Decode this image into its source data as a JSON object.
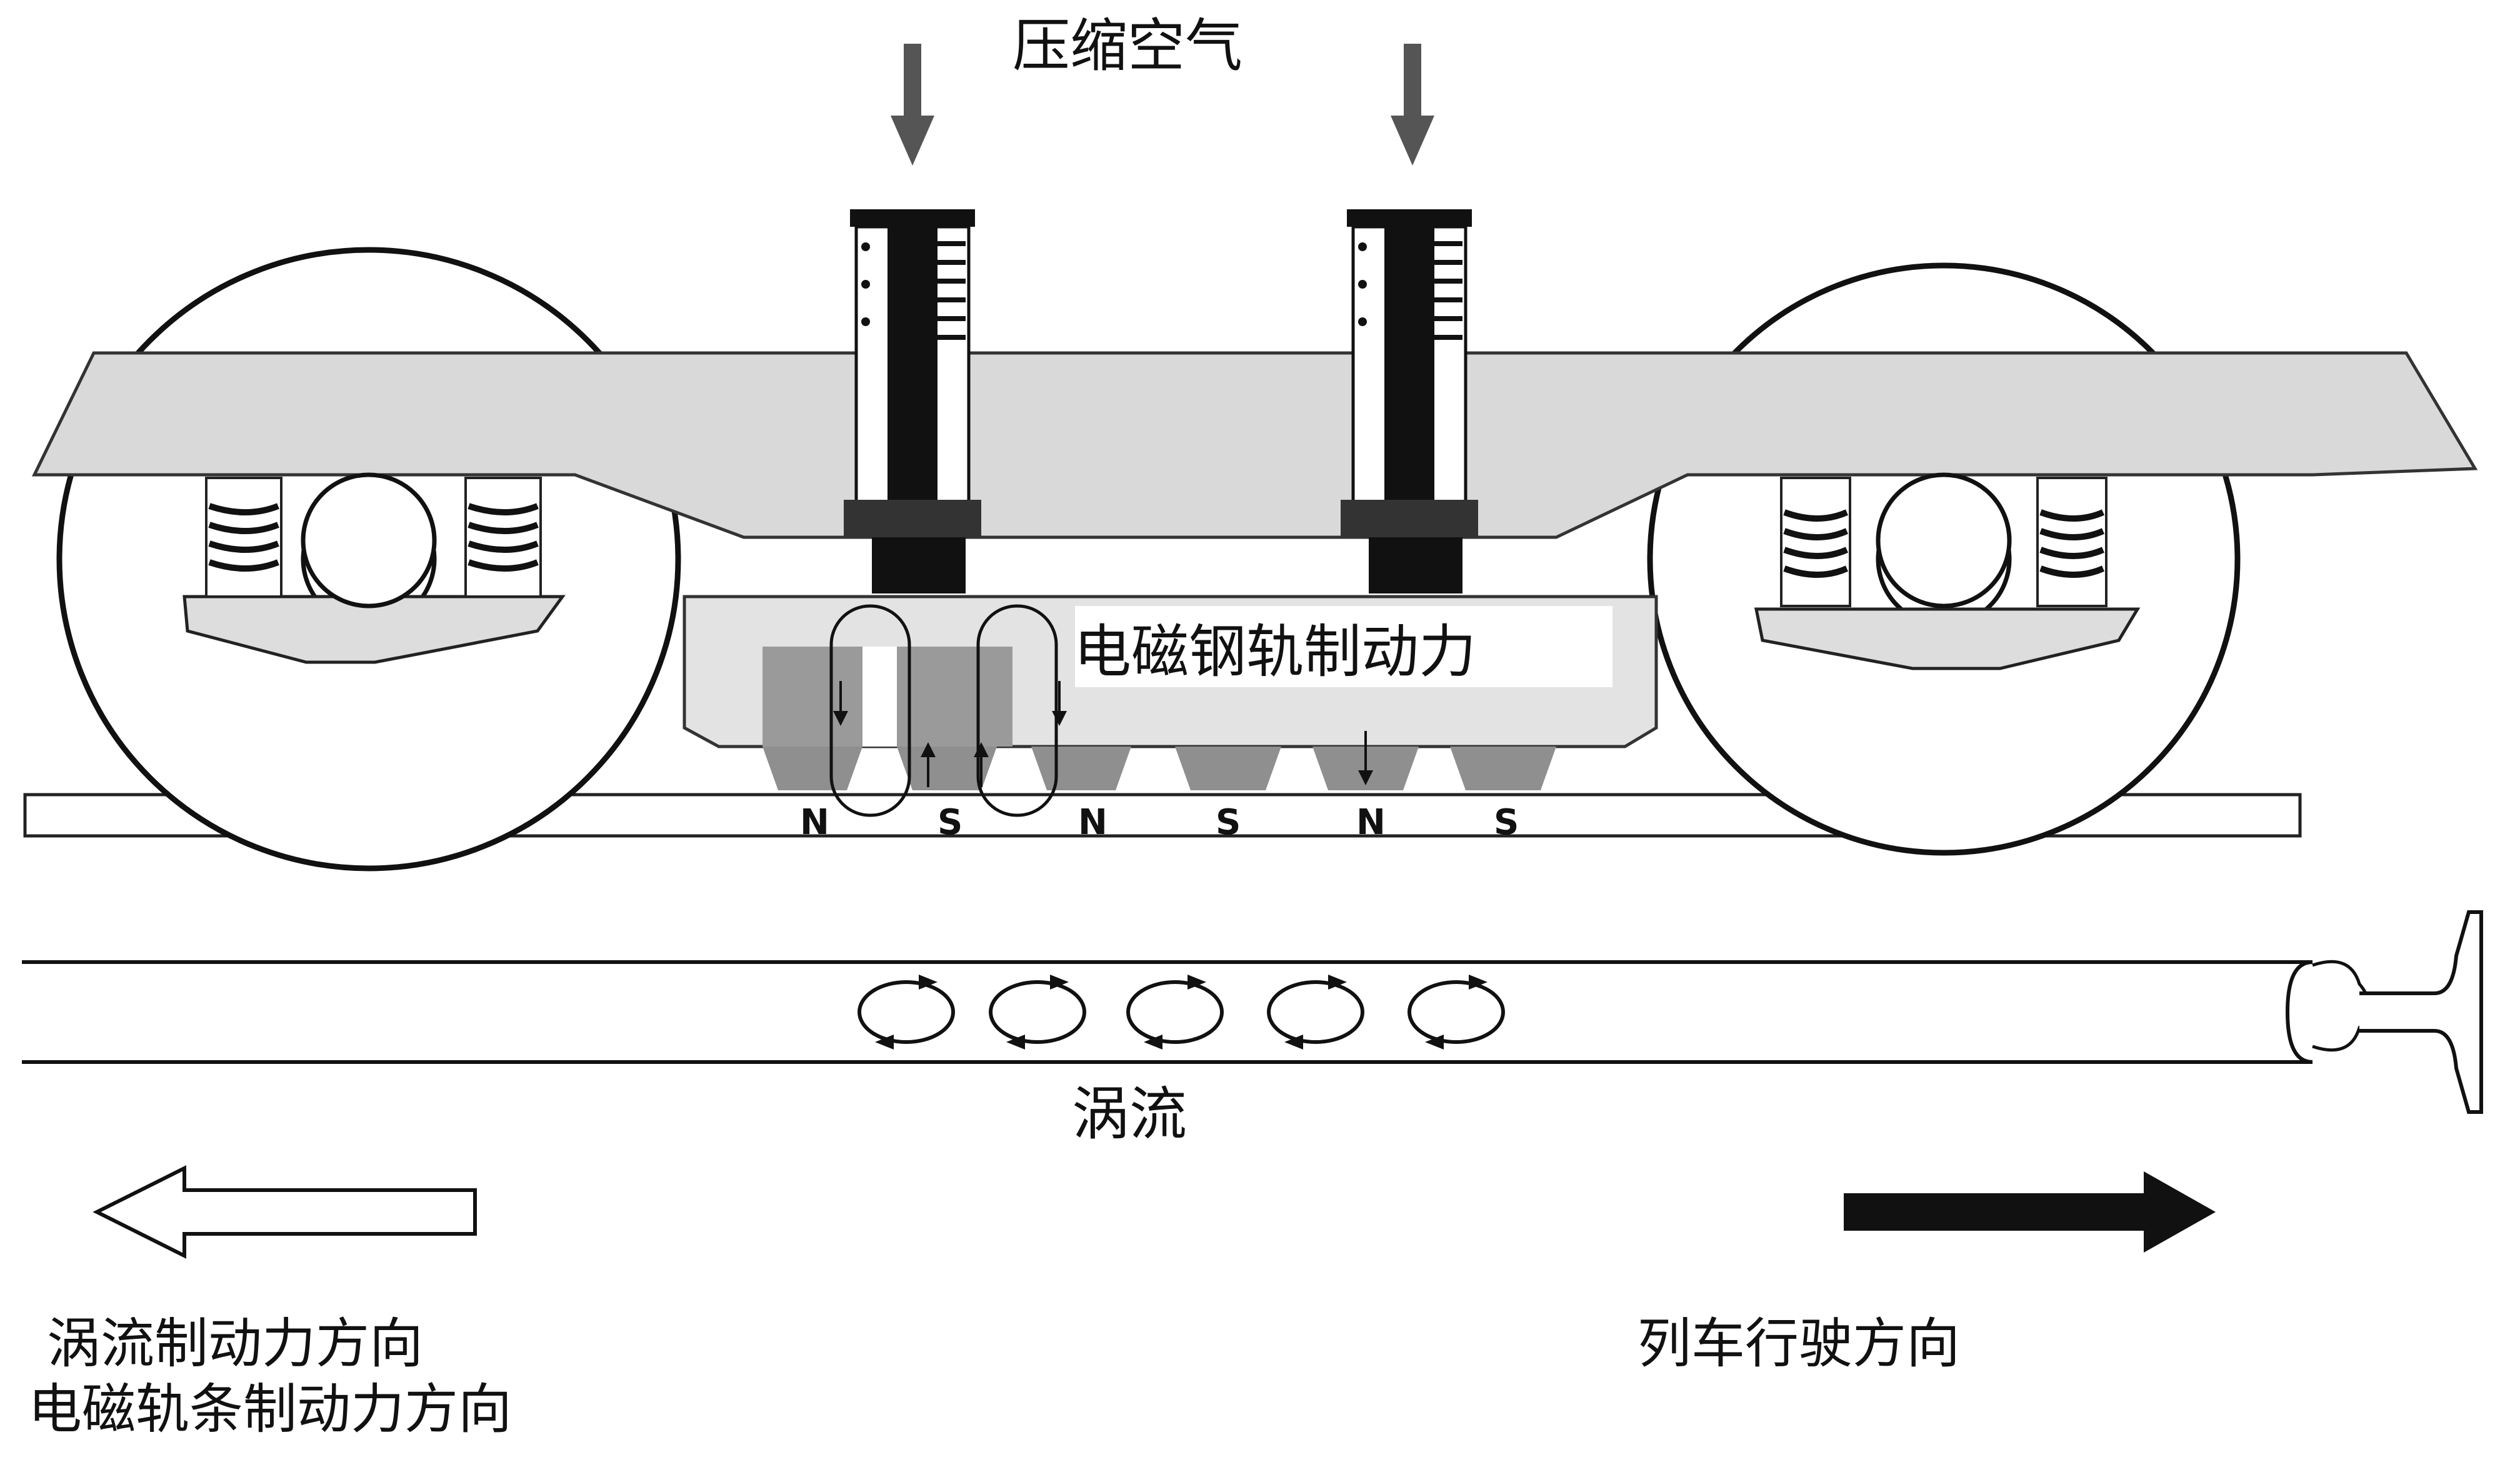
{
  "labels": {
    "compressed_air": "压缩空气",
    "electromagnetic_rail_braking_force": "电磁钢轨制动力",
    "eddy_current": "涡流",
    "eddy_braking_direction": "涡流制动力方向",
    "em_rail_braking_direction": "电磁轨条制动力方向",
    "train_direction": "列车行驶方向"
  },
  "poles": [
    "N",
    "S",
    "N",
    "S",
    "N",
    "S"
  ],
  "colors": {
    "frame_fill": "#d9d9d9",
    "stroke": "#111111",
    "magnet_dark": "#8f8f8f",
    "magnet_light": "#bdbdbd",
    "background": "#ffffff"
  }
}
